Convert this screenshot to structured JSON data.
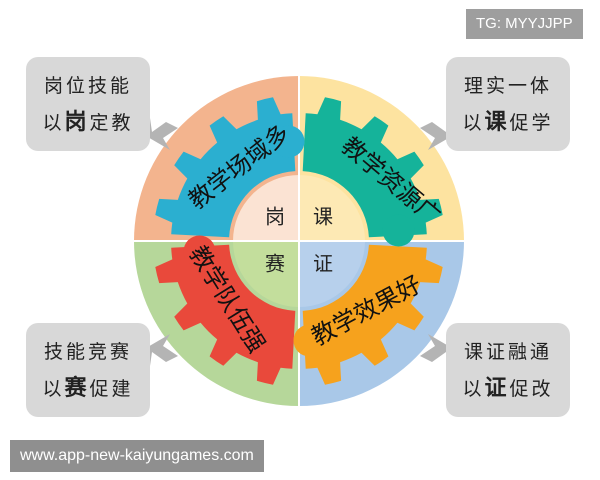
{
  "watermark_top": "TG: MYYJJPP",
  "watermark_bottom": "www.app-new-kaiyungames.com",
  "callouts": {
    "top_left": {
      "line1": "岗位技能",
      "prefix": "以",
      "key": "岗",
      "suffix": "定教"
    },
    "top_right": {
      "line1": "理实一体",
      "prefix": "以",
      "key": "课",
      "suffix": "促学"
    },
    "bottom_left": {
      "line1": "技能竞赛",
      "prefix": "以",
      "key": "赛",
      "suffix": "促建"
    },
    "bottom_right": {
      "line1": "课证融通",
      "prefix": "以",
      "key": "证",
      "suffix": "促改"
    }
  },
  "gears": {
    "top_left": "教学场域多",
    "top_right": "教学资源广",
    "bottom_left": "教学队伍强",
    "bottom_right": "教学效果好"
  },
  "center": {
    "top_left": "岗",
    "top_right": "课",
    "bottom_left": "赛",
    "bottom_right": "证"
  },
  "colors": {
    "quadrant_top_left": "#f3b48e",
    "quadrant_top_right": "#fde3a0",
    "quadrant_bottom_left": "#b6d79a",
    "quadrant_bottom_right": "#a9c8e8",
    "gear_top_left": "#2bafd0",
    "gear_top_right": "#15b39a",
    "gear_bottom_left": "#e9493b",
    "gear_bottom_right": "#f6a21d",
    "center_top_left": "#fbe3d3",
    "center_top_right": "#fde9b4",
    "center_bottom_left": "#c3de9c",
    "center_bottom_right": "#b7d0ec",
    "callout_bg": "#d8d8d8",
    "arrow": "#b4b4b4"
  }
}
